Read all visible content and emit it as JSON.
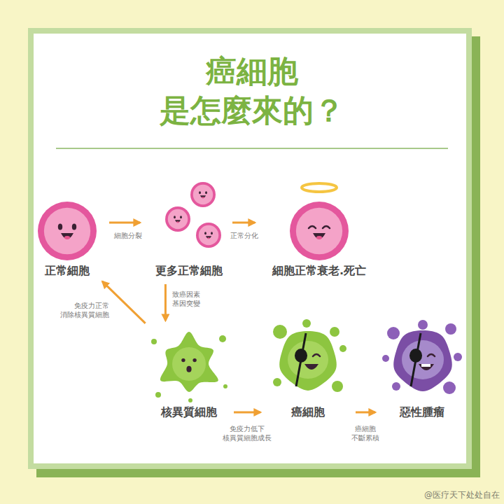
{
  "diagram": {
    "title": "癌細胞 是怎麼來的？",
    "nodes": [
      {
        "text": [
          "正常細胞"
        ]
      },
      {
        "text": [
          "更多正常細胞"
        ]
      },
      {
        "text": [
          "細胞正常衰老.死亡"
        ]
      },
      {
        "text": [
          "核異質細胞"
        ]
      },
      {
        "text": [
          "癌細胞"
        ]
      },
      {
        "text": [
          "惡性腫瘤"
        ]
      }
    ],
    "edges": [
      {
        "from": 0,
        "to": 1,
        "label": "細胞分裂",
        "arrow": "to"
      },
      {
        "from": 1,
        "to": 2,
        "label": "正常分化",
        "arrow": "to"
      },
      {
        "from": 1,
        "to": 3,
        "label": "致癌因素 基因突變",
        "arrow": "to"
      },
      {
        "from": 3,
        "to": 0,
        "label": "免疫力正常 消除核異質細胞",
        "arrow": "to"
      },
      {
        "from": 3,
        "to": 4,
        "label": "免疫力低下 核異質細胞成長",
        "arrow": "to"
      },
      {
        "from": 4,
        "to": 5,
        "label": "癌細胞 不斷累積",
        "arrow": "to"
      }
    ],
    "labels": [
      "@医疗天下处处自在"
    ]
  }
}
